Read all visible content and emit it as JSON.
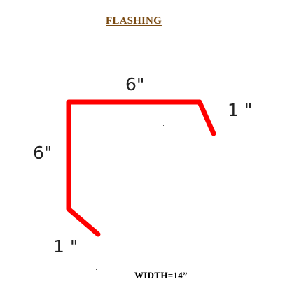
{
  "title": "FLASHING",
  "dimensions": {
    "top": "6\"",
    "right": "1 \"",
    "left": "6\"",
    "bottom": "1 \""
  },
  "width_label": "WIDTH=14”",
  "colors": {
    "title": "#7a4a12",
    "flashing_line": "#ff0000",
    "dimension_text": "#222222"
  }
}
